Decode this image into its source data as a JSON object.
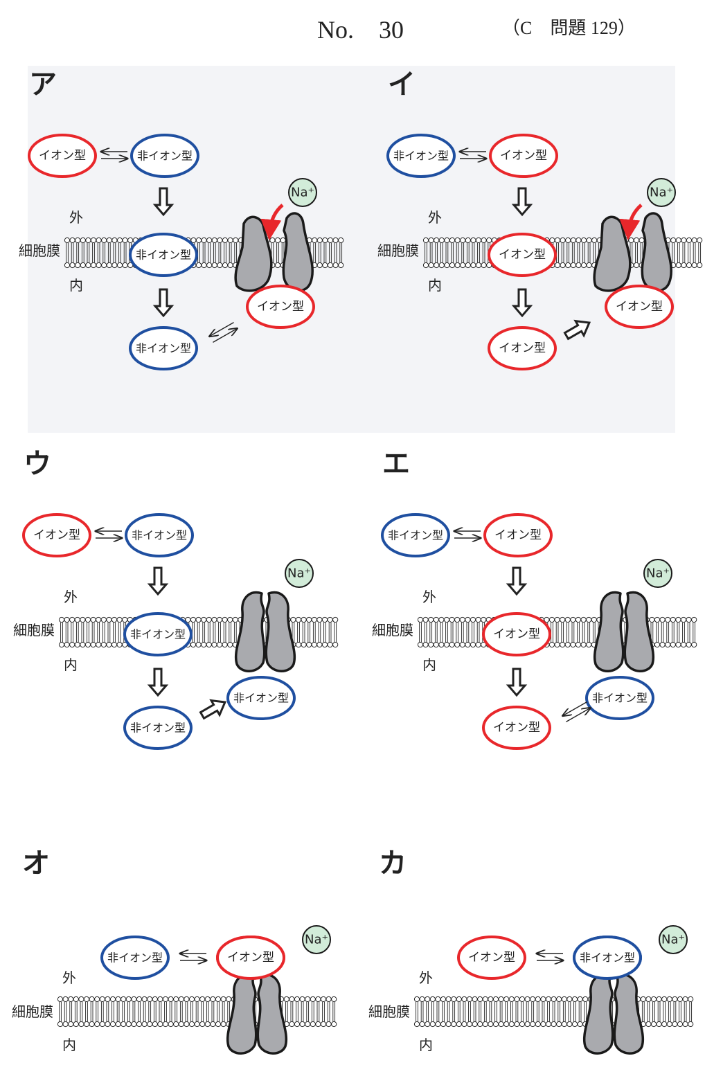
{
  "header": {
    "number": "No.　30",
    "question": "（C　問題 129）"
  },
  "labels": {
    "ion": "イオン型",
    "nonion": "非イオン型",
    "outside": "外",
    "inside": "内",
    "membrane": "細胞膜",
    "sodium": "Na⁺"
  },
  "colors": {
    "ion_outline": "#e8272b",
    "nonion_outline": "#1f4fa0",
    "channel": "#a9aaae",
    "sodium_fill": "#d2ecd9",
    "influx_arrow": "#e8272b",
    "panel_shade": "#f3f4f7"
  },
  "panels": [
    {
      "label": "ア",
      "top_left": "ion",
      "top_right": "nonion",
      "in_membrane": "nonion",
      "below": "nonion",
      "channel_site": "ion",
      "channel_open": true,
      "link": "equilibrium"
    },
    {
      "label": "イ",
      "top_left": "nonion",
      "top_right": "ion",
      "in_membrane": "ion",
      "below": "ion",
      "channel_site": "ion",
      "channel_open": true,
      "link": "hollow-arrow"
    },
    {
      "label": "ウ",
      "top_left": "ion",
      "top_right": "nonion",
      "in_membrane": "nonion",
      "below": "nonion",
      "channel_site": "nonion",
      "channel_open": false,
      "link": "hollow-arrow"
    },
    {
      "label": "エ",
      "top_left": "nonion",
      "top_right": "ion",
      "in_membrane": "ion",
      "below": "ion",
      "channel_site": "nonion",
      "channel_open": false,
      "link": "equilibrium"
    },
    {
      "label": "オ",
      "top_left": "nonion",
      "top_right": "ion",
      "channel_open": false
    },
    {
      "label": "カ",
      "top_left": "ion",
      "top_right": "nonion",
      "channel_open": false
    }
  ]
}
